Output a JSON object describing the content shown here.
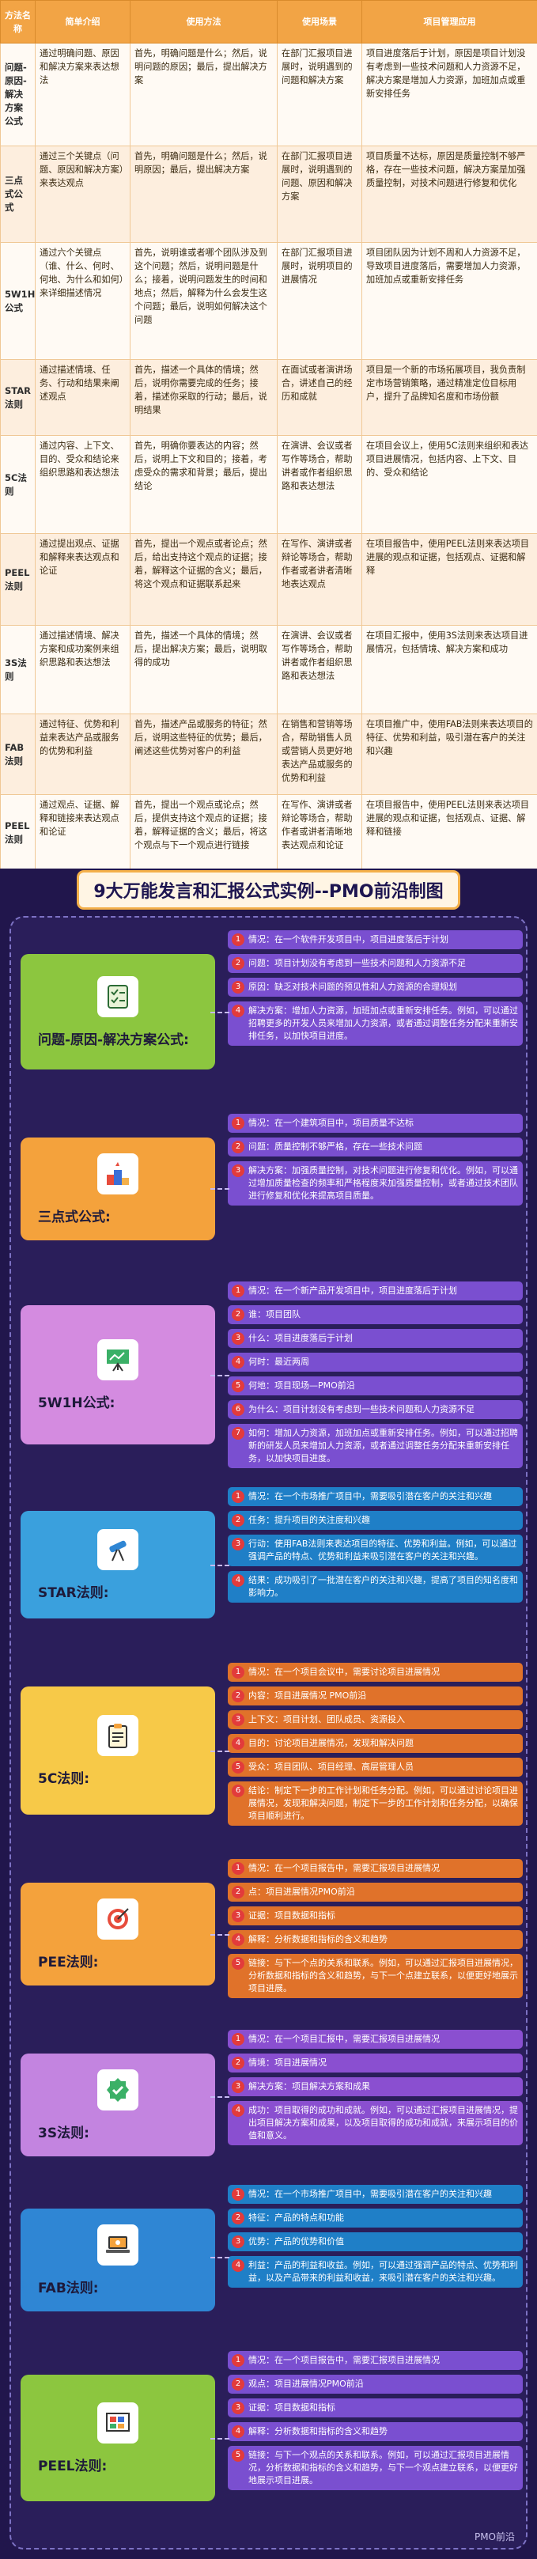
{
  "table": {
    "headers": [
      "方法名称",
      "简单介绍",
      "使用方法",
      "使用场景",
      "项目管理应用"
    ],
    "rows": [
      [
        "问题-原因-解决方案公式",
        "通过明确问题、原因和解决方案来表达想法",
        "首先，明确问题是什么；然后，说明问题的原因；最后，提出解决方案",
        "在部门汇报项目进展时，说明遇到的问题和解决方案",
        "项目进度落后于计划，原因是项目计划没有考虑到一些技术问题和人力资源不足，解决方案是增加人力资源，加班加点或重新安排任务"
      ],
      [
        "三点式公式",
        "通过三个关键点（问题、原因和解决方案）来表达观点",
        "首先，明确问题是什么；然后，说明原因；最后，提出解决方案",
        "在部门汇报项目进展时，说明遇到的问题、原因和解决方案",
        "项目质量不达标，原因是质量控制不够严格，存在一些技术问题，解决方案是加强质量控制，对技术问题进行修复和优化"
      ],
      [
        "5W1H公式",
        "通过六个关键点（谁、什么、何时、何地、为什么和如何）来详细描述情况",
        "首先，说明谁或者哪个团队涉及到这个问题；然后，说明问题是什么；接着，说明问题发生的时间和地点；然后，解释为什么会发生这个问题；最后，说明如何解决这个问题",
        "在部门汇报项目进展时，说明项目的进展情况",
        "项目团队因为计划不周和人力资源不足，导致项目进度落后，需要增加人力资源，加班加点或重新安排任务"
      ],
      [
        "STAR法则",
        "通过描述情境、任务、行动和结果来阐述观点",
        "首先，描述一个具体的情境；然后，说明你需要完成的任务；接着，描述你采取的行动；最后，说明结果",
        "在面试或者演讲场合，讲述自己的经历和成就",
        "项目是一个新的市场拓展项目，我负责制定市场营销策略，通过精准定位目标用户，提升了品牌知名度和市场份额"
      ],
      [
        "5C法则",
        "通过内容、上下文、目的、受众和结论来组织思路和表达想法",
        "首先，明确你要表达的内容；然后，说明上下文和目的；接着，考虑受众的需求和背景；最后，提出结论",
        "在演讲、会议或者写作等场合，帮助讲者或作者组织思路和表达想法",
        "在项目会议上，使用5C法则来组织和表达项目进展情况，包括内容、上下文、目的、受众和结论"
      ],
      [
        "PEEL法则",
        "通过提出观点、证据和解释来表达观点和论证",
        "首先，提出一个观点或者论点；然后，给出支持这个观点的证据；接着，解释这个证据的含义；最后，将这个观点和证据联系起来",
        "在写作、演讲或者辩论等场合，帮助作者或者讲者清晰地表达观点",
        "在项目报告中，使用PEEL法则来表达项目进展的观点和证据，包括观点、证据和解释"
      ],
      [
        "3S法则",
        "通过描述情境、解决方案和成功案例来组织思路和表达想法",
        "首先，描述一个具体的情境；然后，提出解决方案；最后，说明取得的成功",
        "在演讲、会议或者写作等场合，帮助讲者或作者组织思路和表达想法",
        "在项目汇报中，使用3S法则来表达项目进展情况，包括情境、解决方案和成功"
      ],
      [
        "FAB法则",
        "通过特征、优势和利益来表达产品或服务的优势和利益",
        "首先，描述产品或服务的特征；然后，说明这些特征的优势；最后，阐述这些优势对客户的利益",
        "在销售和营销等场合，帮助销售人员或营销人员更好地表达产品或服务的优势和利益",
        "在项目推广中，使用FAB法则来表达项目的特征、优势和利益，吸引潜在客户的关注和兴趣"
      ],
      [
        "PEEL法则",
        "通过观点、证据、解释和链接来表达观点和论证",
        "首先，提出一个观点或论点；然后，提供支持这个观点的证据；接着，解释证据的含义；最后，将这个观点与下一个观点进行链接",
        "在写作、演讲或者辩论等场合，帮助作者或讲者清晰地表达观点和论证",
        "在项目报告中，使用PEEL法则来表达项目进展的观点和证据，包括观点、证据、解释和链接"
      ]
    ]
  },
  "poster": {
    "title": "9大万能发言和汇报公式实例--PMO前沿制图",
    "footer": "PMO前沿",
    "sections": [
      {
        "label": "问题-原因-解决方案公式:",
        "icon": "checklist-icon",
        "color": "#8cc63f",
        "pill_color": "#7a4fd0",
        "items": [
          {
            "no": "1",
            "text": "情况：在一个软件开发项目中，项目进度落后于计划"
          },
          {
            "no": "2",
            "text": "问题：项目计划没有考虑到一些技术问题和人力资源不足"
          },
          {
            "no": "3",
            "text": "原因：缺乏对技术问题的预见性和人力资源的合理规划"
          },
          {
            "no": "4",
            "text": "解决方案：增加人力资源，加班加点或重新安排任务。例如，可以通过招聘更多的开发人员来增加人力资源，或者通过调整任务分配来重新安排任务，以加快项目进度。"
          }
        ]
      },
      {
        "label": "三点式公式:",
        "icon": "podium-icon",
        "color": "#f4a23c",
        "pill_color": "#7a4fd0",
        "items": [
          {
            "no": "1",
            "text": "情况：在一个建筑项目中，项目质量不达标"
          },
          {
            "no": "2",
            "text": "问题：质量控制不够严格，存在一些技术问题"
          },
          {
            "no": "3",
            "text": "解决方案：加强质量控制，对技术问题进行修复和优化。例如，可以通过增加质量检查的频率和严格程度来加强质量控制，或者通过技术团队进行修复和优化来提高项目质量。"
          }
        ]
      },
      {
        "label": "5W1H公式:",
        "icon": "presentation-icon",
        "color": "#d48be0",
        "pill_color": "#7a4fd0",
        "items": [
          {
            "no": "1",
            "text": "情况：在一个新产品开发项目中，项目进度落后于计划"
          },
          {
            "no": "2",
            "text": "谁：项目团队"
          },
          {
            "no": "3",
            "text": "什么：项目进度落后于计划"
          },
          {
            "no": "4",
            "text": "何时：最近两周"
          },
          {
            "no": "5",
            "text": "何地：项目现场—PMO前沿"
          },
          {
            "no": "6",
            "text": "为什么：项目计划没有考虑到一些技术问题和人力资源不足"
          },
          {
            "no": "7",
            "text": "如何：增加人力资源，加班加点或重新安排任务。例如，可以通过招聘新的研发人员来增加人力资源，或者通过调整任务分配来重新安排任务，以加快项目进度。"
          }
        ]
      },
      {
        "label": "STAR法则:",
        "icon": "telescope-icon",
        "color": "#3aa0dd",
        "pill_color": "#1f7fc7",
        "items": [
          {
            "no": "1",
            "text": "情况：在一个市场推广项目中，需要吸引潜在客户的关注和兴趣"
          },
          {
            "no": "2",
            "text": "任务：提升项目的关注度和兴趣"
          },
          {
            "no": "3",
            "text": "行动：使用FAB法则来表达项目的特征、优势和利益。例如，可以通过强调产品的特点、优势和利益来吸引潜在客户的关注和兴趣。"
          },
          {
            "no": "4",
            "text": "结果：成功吸引了一批潜在客户的关注和兴趣，提高了项目的知名度和影响力。"
          }
        ]
      },
      {
        "label": "5C法则:",
        "icon": "clipboard-icon",
        "color": "#f7c948",
        "pill_color": "#e0722a",
        "items": [
          {
            "no": "1",
            "text": "情况：在一个项目会议中，需要讨论项目进展情况"
          },
          {
            "no": "2",
            "text": "内容：项目进展情况 PMO前沿"
          },
          {
            "no": "3",
            "text": "上下文：项目计划、团队成员、资源投入"
          },
          {
            "no": "4",
            "text": "目的：讨论项目进展情况，发现和解决问题"
          },
          {
            "no": "5",
            "text": "受众：项目团队、项目经理、高层管理人员"
          },
          {
            "no": "6",
            "text": "结论：制定下一步的工作计划和任务分配。例如，可以通过讨论项目进展情况，发现和解决问题，制定下一步的工作计划和任务分配，以确保项目顺利进行。"
          }
        ]
      },
      {
        "label": "PEE法则:",
        "icon": "target-icon",
        "color": "#f4a23c",
        "pill_color": "#e0722a",
        "items": [
          {
            "no": "1",
            "text": "情况：在一个项目报告中，需要汇报项目进展情况"
          },
          {
            "no": "2",
            "text": "点：项目进展情况PMO前沿"
          },
          {
            "no": "3",
            "text": "证据：项目数据和指标"
          },
          {
            "no": "4",
            "text": "解释：分析数据和指标的含义和趋势"
          },
          {
            "no": "5",
            "text": "链接：与下一个点的关系和联系。例如，可以通过汇报项目进展情况，分析数据和指标的含义和趋势，与下一个点建立联系，以便更好地展示项目进展。"
          }
        ]
      },
      {
        "label": "3S法则:",
        "icon": "badge-check-icon",
        "color": "#c384e0",
        "pill_color": "#8a4fd0",
        "items": [
          {
            "no": "1",
            "text": "情况：在一个项目汇报中，需要汇报项目进展情况"
          },
          {
            "no": "2",
            "text": "情境：项目进展情况"
          },
          {
            "no": "3",
            "text": "解决方案：项目解决方案和成果"
          },
          {
            "no": "4",
            "text": "成功：项目取得的成功和成就。例如，可以通过汇报项目进展情况，提出项目解决方案和成果，以及项目取得的成功和成就，来展示项目的价值和意义。"
          }
        ]
      },
      {
        "label": "FAB法则:",
        "icon": "laptop-chart-icon",
        "color": "#2f86d4",
        "pill_color": "#1f7fc7",
        "items": [
          {
            "no": "1",
            "text": "情况：在一个市场推广项目中，需要吸引潜在客户的关注和兴趣"
          },
          {
            "no": "2",
            "text": "特征：产品的特点和功能"
          },
          {
            "no": "3",
            "text": "优势：产品的优势和价值"
          },
          {
            "no": "4",
            "text": "利益：产品的利益和收益。例如，可以通过强调产品的特点、优势和利益，以及产品带来的利益和收益，来吸引潜在客户的关注和兴趣。"
          }
        ]
      },
      {
        "label": "PEEL法则:",
        "icon": "puzzle-board-icon",
        "color": "#8cc63f",
        "pill_color": "#7a4fd0",
        "items": [
          {
            "no": "1",
            "text": "情况：在一个项目报告中，需要汇报项目进展情况"
          },
          {
            "no": "2",
            "text": "观点：项目进展情况PMO前沿"
          },
          {
            "no": "3",
            "text": "证据：项目数据和指标"
          },
          {
            "no": "4",
            "text": "解释：分析数据和指标的含义和趋势"
          },
          {
            "no": "5",
            "text": "链接：与下一个观点的关系和联系。例如，可以通过汇报项目进展情况，分析数据和指标的含义和趋势，与下一个观点建立联系，以便更好地展示项目进展。"
          }
        ]
      }
    ]
  }
}
